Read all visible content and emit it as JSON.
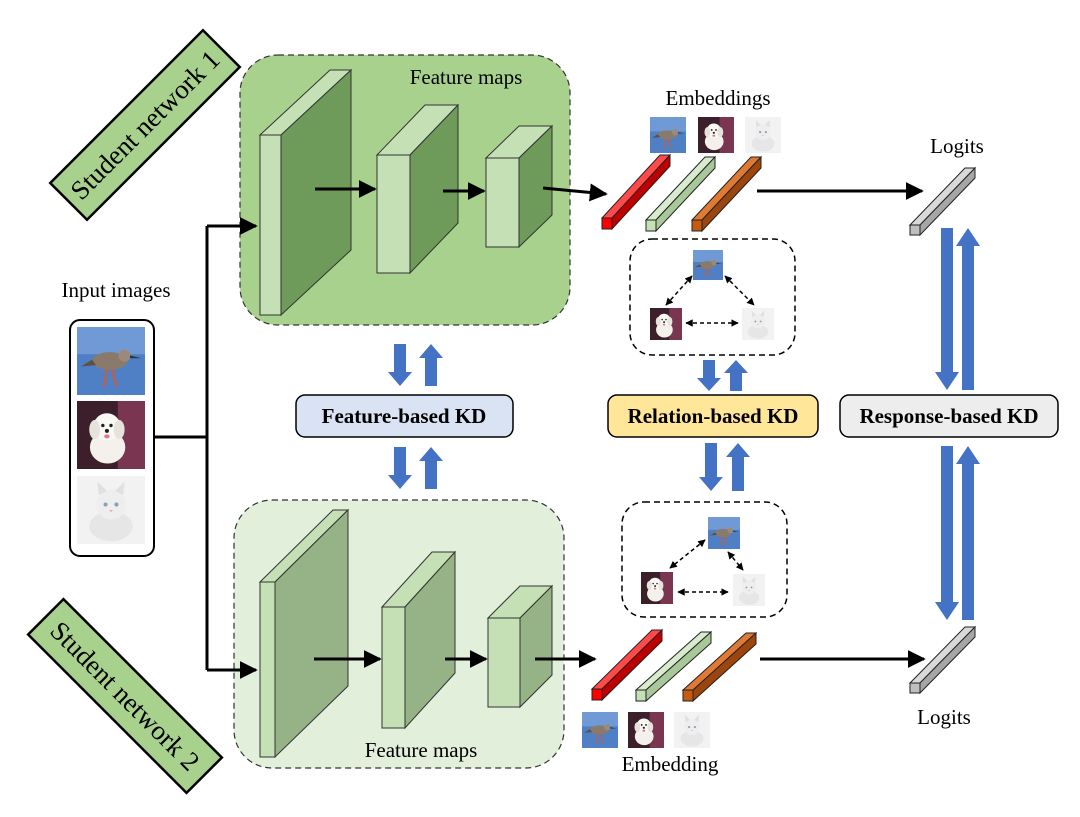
{
  "labels": {
    "student1": "Student network 1",
    "student2": "Student network 2",
    "input_images": "Input images",
    "feature_maps_top": "Feature maps",
    "feature_maps_bottom": "Feature maps",
    "embeddings_top": "Embeddings",
    "embedding_bottom": "Embedding",
    "logits_top": "Logits",
    "logits_bottom": "Logits"
  },
  "kd": {
    "feature": "Feature-based KD",
    "relation": "Relation-based KD",
    "response": "Response-based KD"
  },
  "colors": {
    "net1_panel": "#a9d18e",
    "net2_panel": "#e2efda",
    "label_box": "#a9d18e",
    "block_front": "#c5e0b4",
    "block_side_top": "#6e9a5a",
    "block_side_bottom": "#96b387",
    "feature_kd_box": "#dae3f3",
    "relation_kd_box": "#ffe699",
    "response_kd_box": "#ededed",
    "kd_arrow": "#4472c4",
    "embedding_red": "#ff0000",
    "embedding_green": "#c5e0b4",
    "embedding_orange": "#c55a11",
    "logits_gray": "#bfbfbf"
  },
  "icons": [
    "bird-image",
    "dog-image",
    "cat-image"
  ]
}
